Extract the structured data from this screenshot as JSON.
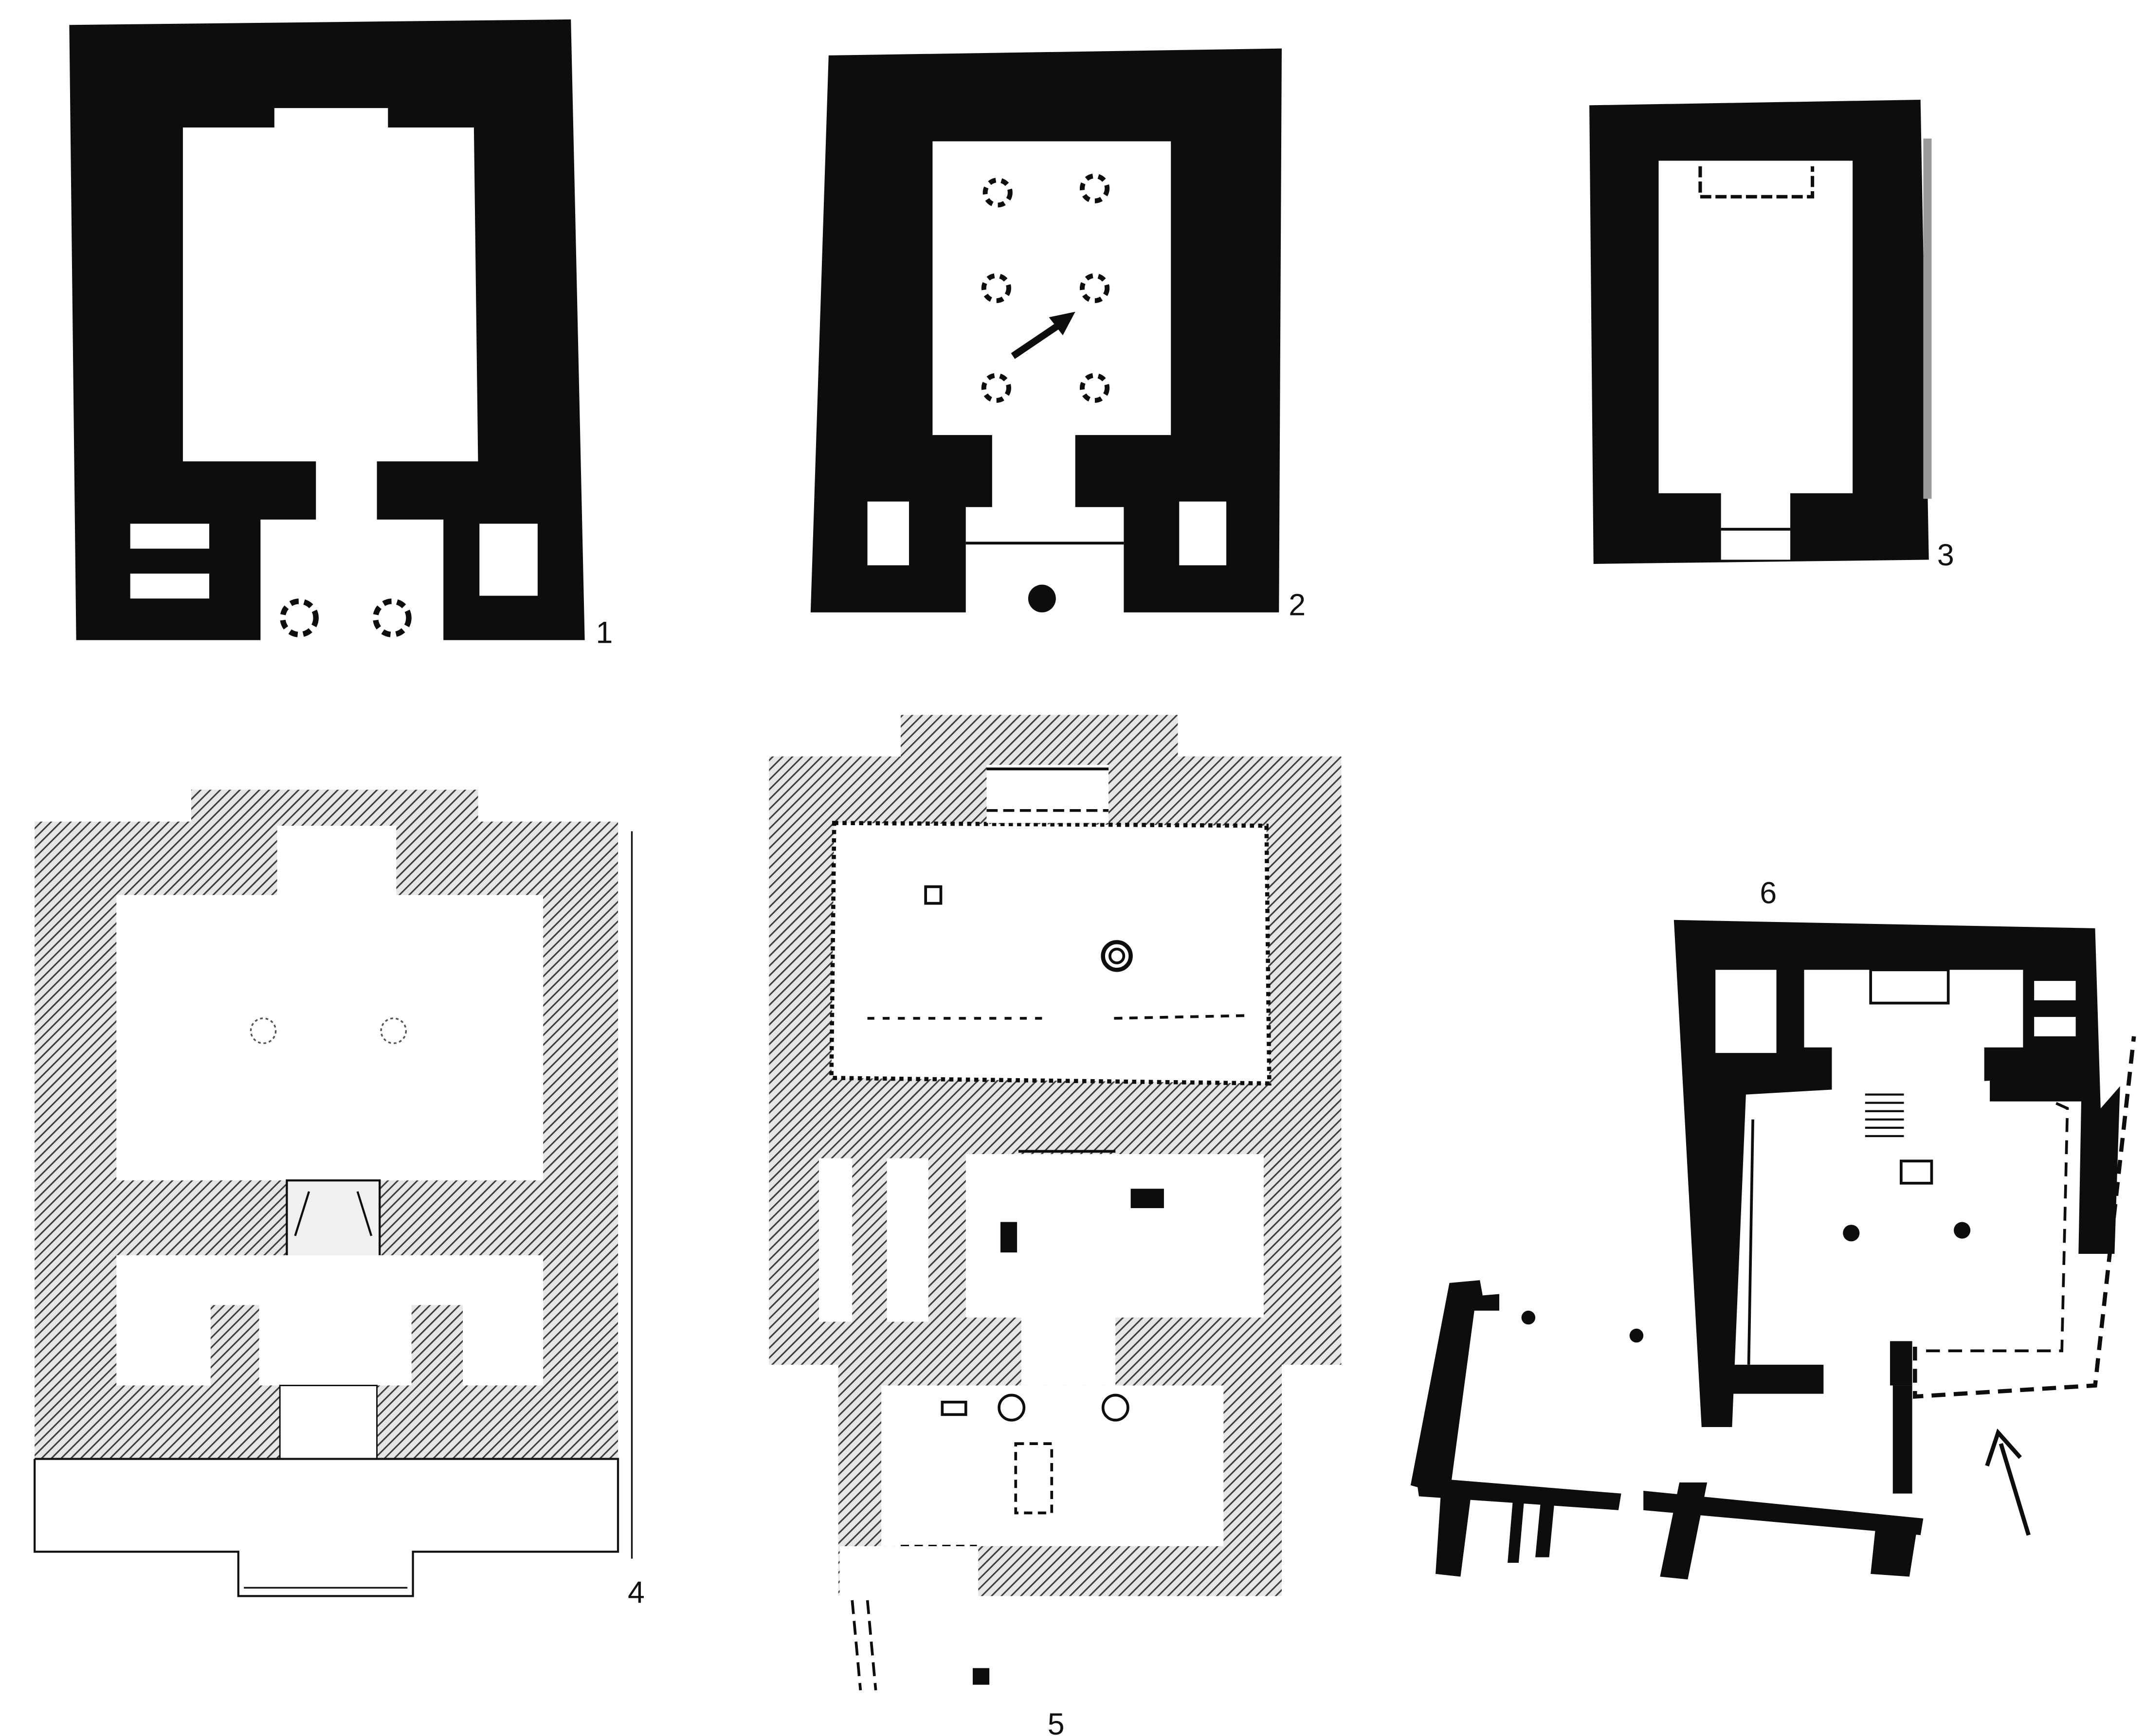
{
  "plans": [
    {
      "number": "1"
    },
    {
      "number": "2"
    },
    {
      "number": "3"
    },
    {
      "number": "4"
    },
    {
      "number": "5"
    },
    {
      "number": "6"
    }
  ],
  "colors": {
    "wall": "#0d0d0d",
    "hatch": "#4a4a4a",
    "floor": "#ffffff",
    "background": "#ffffff"
  }
}
